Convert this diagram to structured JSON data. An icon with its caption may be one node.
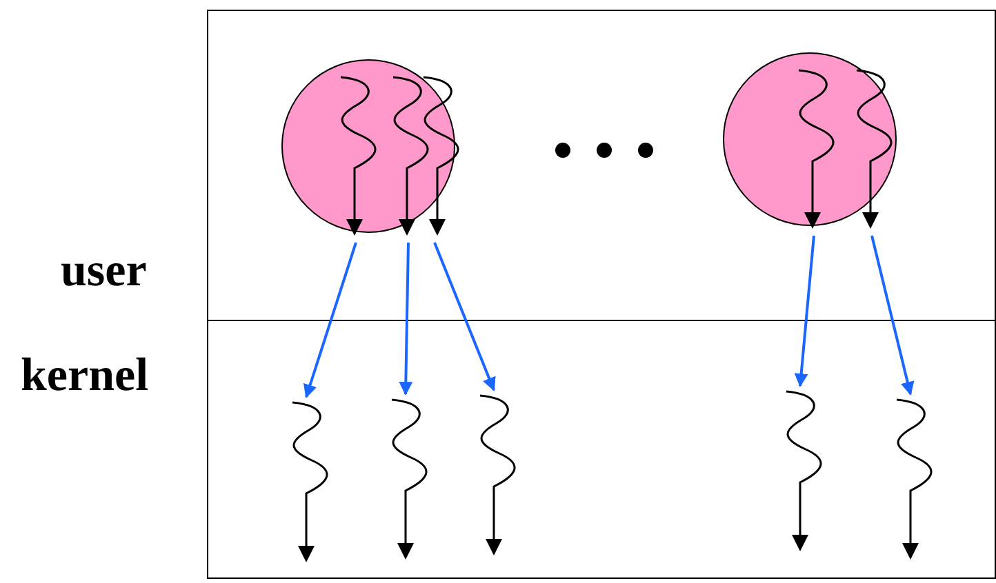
{
  "diagram": {
    "nodes": [
      {
        "text": [],
        "shape": "box"
      },
      {
        "text": [],
        "shape": "box"
      },
      {
        "text": [],
        "shape": "circle",
        "in": 0
      },
      {
        "text": [],
        "shape": "circle",
        "in": 0
      },
      {
        "text": [],
        "shape": "picture",
        "in": 2
      },
      {
        "text": [],
        "shape": "picture",
        "in": 2
      },
      {
        "text": [],
        "shape": "picture",
        "in": 2
      },
      {
        "text": [],
        "shape": "picture",
        "in": 3
      },
      {
        "text": [],
        "shape": "picture",
        "in": 3
      },
      {
        "text": [],
        "shape": "picture",
        "in": 1
      },
      {
        "text": [],
        "shape": "picture",
        "in": 1
      },
      {
        "text": [],
        "shape": "picture",
        "in": 1
      },
      {
        "text": [],
        "shape": "picture",
        "in": 1
      },
      {
        "text": [],
        "shape": "picture",
        "in": 1
      }
    ],
    "edges": [
      {
        "from": 4,
        "to": 9,
        "arrow": "to",
        "color": "#1a66ff"
      },
      {
        "from": 5,
        "to": 10,
        "arrow": "to",
        "color": "#1a66ff"
      },
      {
        "from": 6,
        "to": 11,
        "arrow": "to",
        "color": "#1a66ff"
      },
      {
        "from": 7,
        "to": 12,
        "arrow": "to",
        "color": "#1a66ff"
      },
      {
        "from": 8,
        "to": 13,
        "arrow": "to",
        "color": "#1a66ff"
      }
    ],
    "labels": [
      "user",
      "kernel"
    ]
  }
}
